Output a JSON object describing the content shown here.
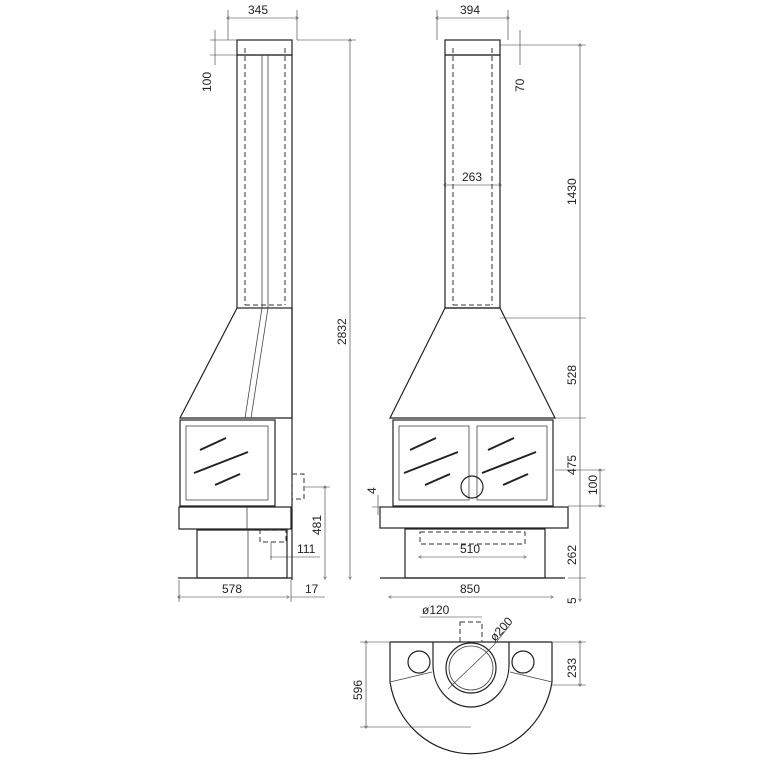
{
  "side_view": {
    "dims": {
      "top_width": "345",
      "cap_height": "100",
      "total_height": "2832",
      "flue_height": "481",
      "flue_offset": "111",
      "depth": "578",
      "wall_gap": "17"
    }
  },
  "front_view": {
    "dims": {
      "top_width": "394",
      "chimney_inner": "263",
      "cap_height": "70",
      "chimney_height": "1430",
      "hood_height": "528",
      "firebox_height": "475",
      "side_flue": "100",
      "ledge": "4",
      "base_height": "262",
      "floor": "5",
      "base_width": "510",
      "width": "850"
    }
  },
  "plan_view": {
    "dims": {
      "outlet_diameter": "ø120",
      "flue_diameter": "ø200",
      "rear_depth": "233",
      "depth": "596"
    }
  }
}
